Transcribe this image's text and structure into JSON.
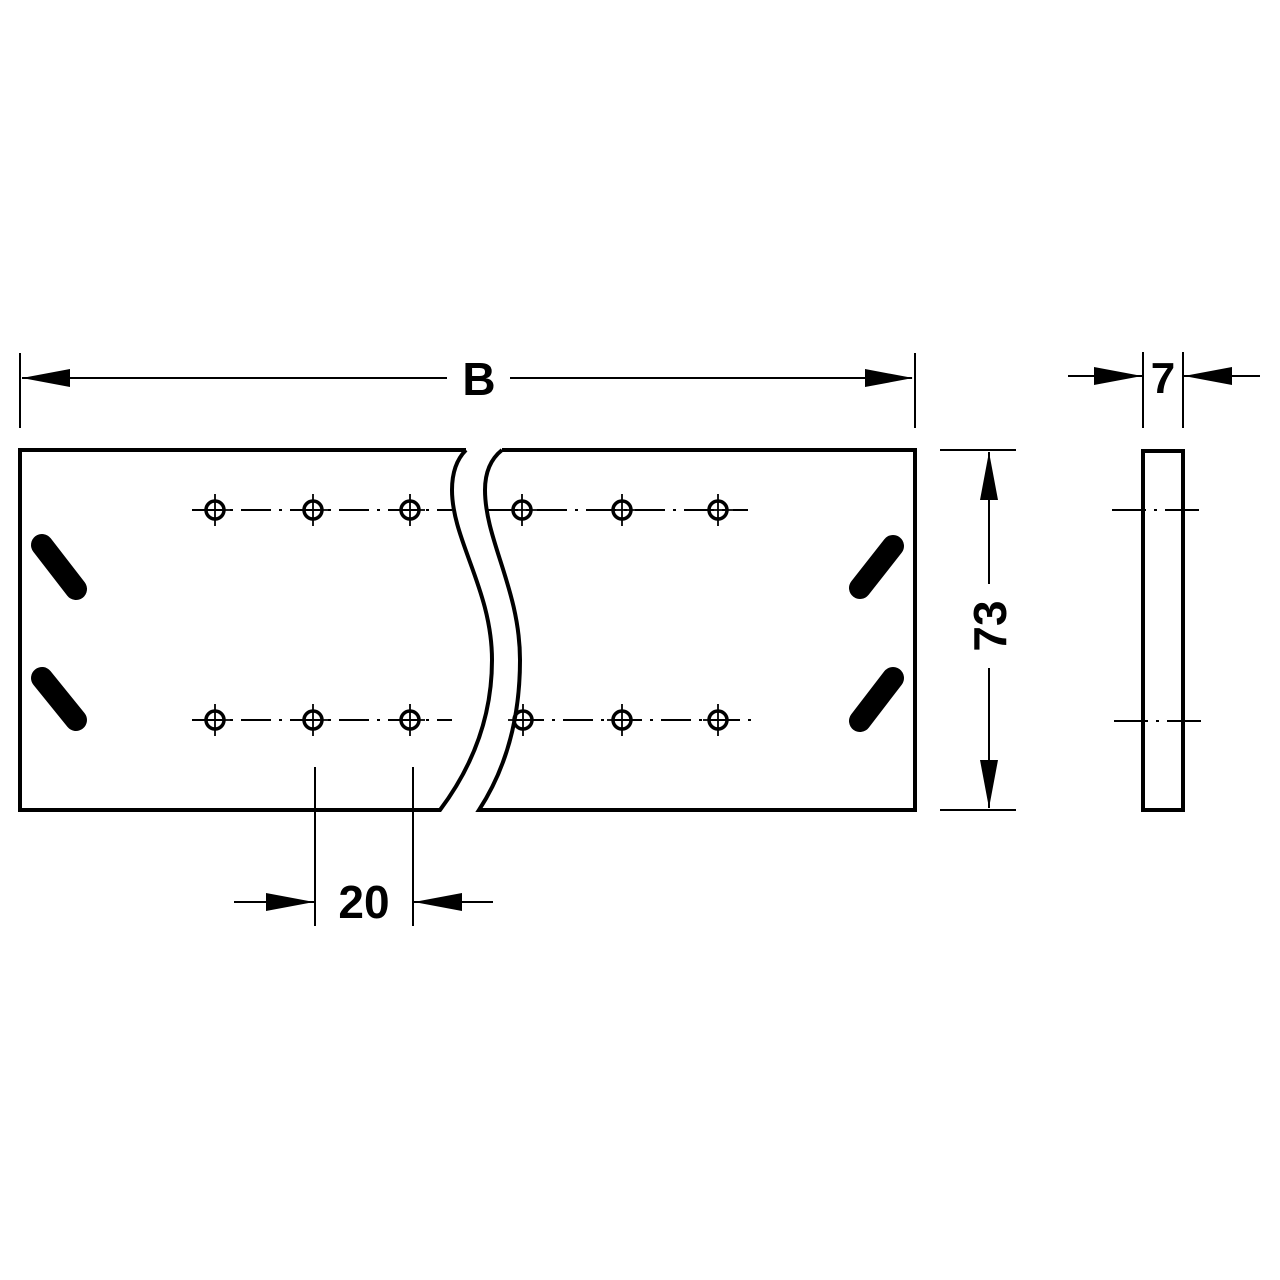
{
  "drawing": {
    "type": "technical-drawing",
    "views": [
      "front-view",
      "side-view"
    ],
    "colors": {
      "line": "#000000",
      "background": "#ffffff"
    }
  },
  "dimensions": {
    "width": {
      "label": "B",
      "description": "overall length"
    },
    "height": {
      "label": "73",
      "description": "plate height"
    },
    "thickness": {
      "label": "7",
      "description": "plate thickness"
    },
    "hole_pitch": {
      "label": "20",
      "description": "hole spacing"
    }
  },
  "features": {
    "hole_rows": 2,
    "holes_per_row_visible": 6,
    "slots_per_end": 2,
    "break_line": "S-curve"
  }
}
